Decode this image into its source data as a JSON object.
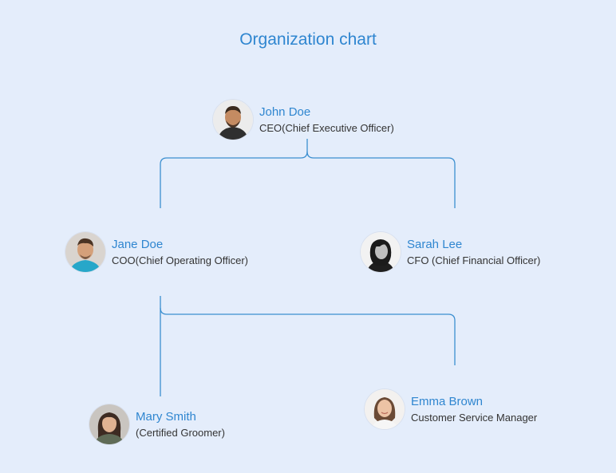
{
  "title": "Organization chart",
  "nodes": {
    "john": {
      "name": "John Doe",
      "role": "CEO(Chief Executive Officer)"
    },
    "jane": {
      "name": "Jane Doe",
      "role": "COO(Chief Operating Officer)"
    },
    "sarah": {
      "name": "Sarah Lee",
      "role": "CFO (Chief Financial Officer)"
    },
    "mary": {
      "name": "Mary Smith",
      "role": "(Certified Groomer)"
    },
    "emma": {
      "name": "Emma Brown",
      "role": "Customer Service Manager"
    }
  },
  "colors": {
    "background": "#e4edfb",
    "accent": "#2f86d0",
    "connector": "#3b8fd0",
    "role_text": "#333333"
  }
}
